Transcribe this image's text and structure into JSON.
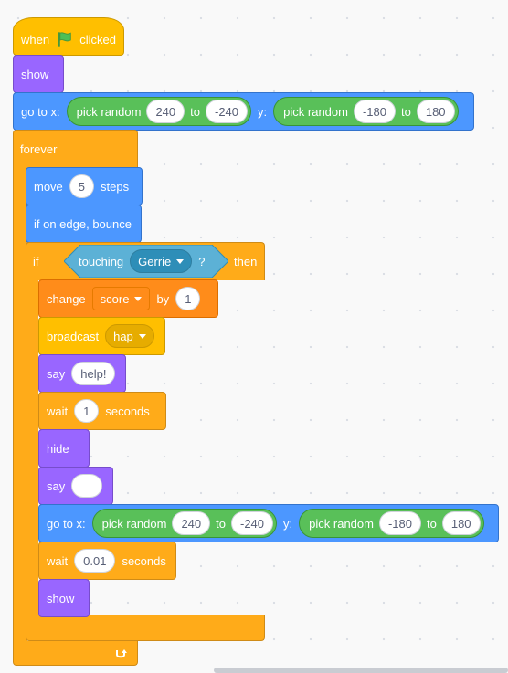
{
  "script": {
    "hat": {
      "when": "when",
      "clicked": "clicked",
      "flag_icon": "green-flag-icon"
    },
    "show1": {
      "label": "show"
    },
    "goto1": {
      "label": "go to x:",
      "rand_x": {
        "label": "pick random",
        "from": "240",
        "to_label": "to",
        "to": "-240"
      },
      "y_label": "y:",
      "rand_y": {
        "label": "pick random",
        "from": "-180",
        "to_label": "to",
        "to": "180"
      }
    },
    "forever": {
      "label": "forever",
      "loop_icon": "loop-arrow-icon"
    },
    "move": {
      "label": "move",
      "value": "5",
      "suffix": "steps"
    },
    "bounce": {
      "label": "if on edge, bounce"
    },
    "if_block": {
      "label": "if",
      "touching": "touching",
      "target": "Gerrie",
      "question": "?",
      "then": "then"
    },
    "change": {
      "label": "change",
      "variable": "score",
      "by": "by",
      "value": "1"
    },
    "broadcast": {
      "label": "broadcast",
      "message": "hap"
    },
    "say1": {
      "label": "say",
      "value": "help!"
    },
    "wait1": {
      "label": "wait",
      "value": "1",
      "suffix": "seconds"
    },
    "hide": {
      "label": "hide"
    },
    "say2": {
      "label": "say",
      "value": ""
    },
    "goto2": {
      "label": "go to x:",
      "rand_x": {
        "label": "pick random",
        "from": "240",
        "to_label": "to",
        "to": "-240"
      },
      "y_label": "y:",
      "rand_y": {
        "label": "pick random",
        "from": "-180",
        "to_label": "to",
        "to": "180"
      }
    },
    "wait2": {
      "label": "wait",
      "value": "0.01",
      "suffix": "seconds"
    },
    "show2": {
      "label": "show"
    }
  },
  "colors": {
    "events": "#ffbf00",
    "looks": "#9966ff",
    "motion": "#4c97ff",
    "control": "#ffab19",
    "variables": "#ff8c1a",
    "operators": "#59c059",
    "sensing": "#5cb1d6"
  }
}
